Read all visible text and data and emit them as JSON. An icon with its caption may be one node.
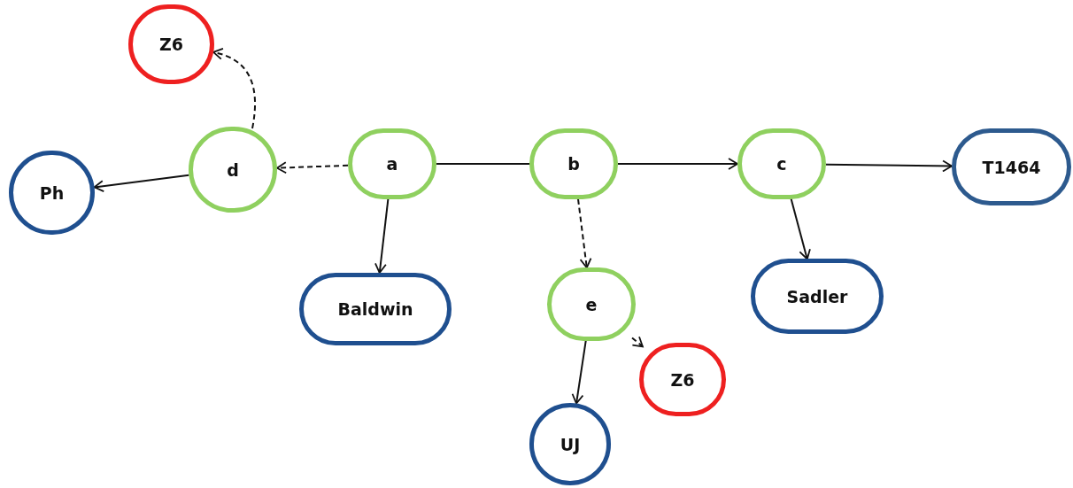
{
  "diagram": {
    "nodes": [
      {
        "text": [
          "Z6"
        ]
      },
      {
        "text": [
          "d"
        ]
      },
      {
        "text": [
          "a"
        ]
      },
      {
        "text": [
          "b"
        ]
      },
      {
        "text": [
          "c"
        ]
      },
      {
        "text": [
          "T1464"
        ]
      },
      {
        "text": [
          "Ph"
        ]
      },
      {
        "text": [
          "Baldwin"
        ]
      },
      {
        "text": [
          "e"
        ]
      },
      {
        "text": [
          "Sadler"
        ]
      },
      {
        "text": [
          "Z6"
        ]
      },
      {
        "text": [
          "UJ"
        ]
      }
    ],
    "edges": [
      {
        "from": 2,
        "to": 1,
        "arrow": "to",
        "style": "dashed"
      },
      {
        "from": 1,
        "to": 0,
        "arrow": "to",
        "style": "dashed"
      },
      {
        "from": 1,
        "to": 6,
        "arrow": "to"
      },
      {
        "from": 2,
        "to": 3,
        "arrow": "none"
      },
      {
        "from": 3,
        "to": 4,
        "arrow": "to"
      },
      {
        "from": 4,
        "to": 5,
        "arrow": "to"
      },
      {
        "from": 2,
        "to": 7,
        "arrow": "to"
      },
      {
        "from": 3,
        "to": 8,
        "arrow": "to",
        "style": "dashed"
      },
      {
        "from": 4,
        "to": 9,
        "arrow": "to"
      },
      {
        "from": 8,
        "to": 11,
        "arrow": "to"
      },
      {
        "from": 8,
        "to": 10,
        "arrow": "to",
        "style": "dashed"
      }
    ]
  }
}
